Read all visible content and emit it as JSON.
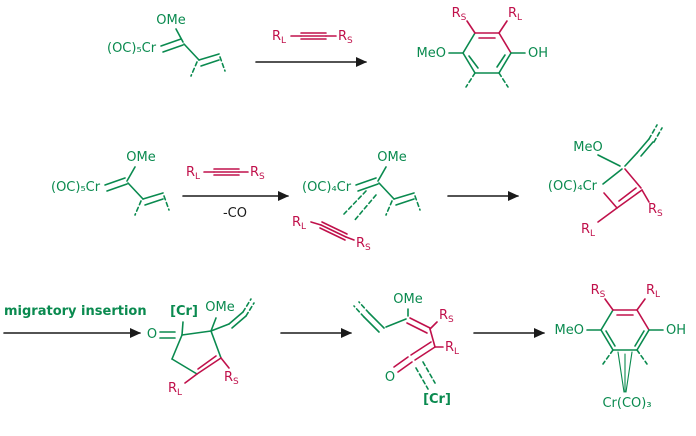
{
  "colors": {
    "green": "#0a8a4f",
    "red": "#c0114b",
    "arrow": "#1a1a1a"
  },
  "labels": {
    "oc5cr": "(OC)₅Cr",
    "oc4cr": "(OC)₄Cr",
    "ome": "OMe",
    "meo": "MeO",
    "oh": "OH",
    "o": "O",
    "r": "R",
    "sub_l": "L",
    "sub_s": "S",
    "minus_co": "-CO",
    "cr_bracket": "[Cr]",
    "crco3": "Cr(CO)₃",
    "migratory_insertion": "migratory insertion"
  }
}
